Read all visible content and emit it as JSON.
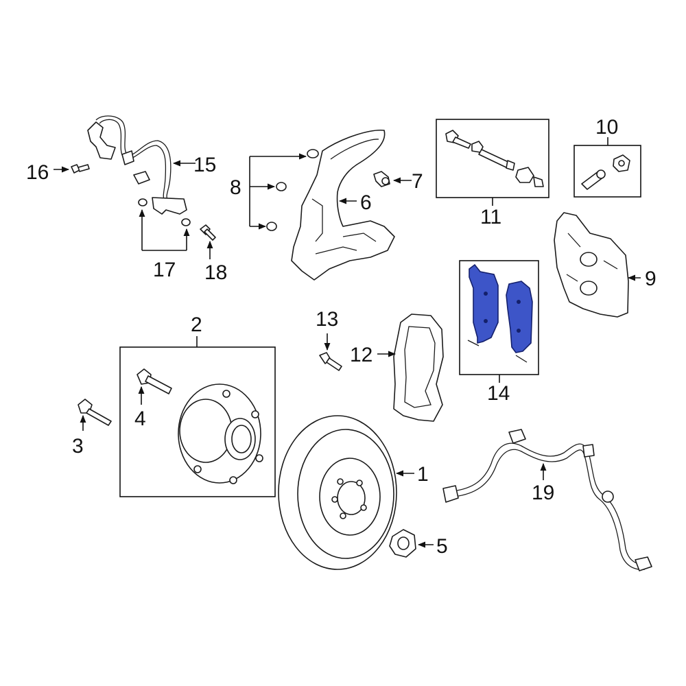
{
  "colors": {
    "highlight": "#3d55c8",
    "line": "#111111",
    "background": "#ffffff"
  },
  "labels": {
    "c1": "1",
    "c2": "2",
    "c3": "3",
    "c4": "4",
    "c5": "5",
    "c6": "6",
    "c7": "7",
    "c8": "8",
    "c9": "9",
    "c10": "10",
    "c11": "11",
    "c12": "12",
    "c13": "13",
    "c14": "14",
    "c15": "15",
    "c16": "16",
    "c17": "17",
    "c18": "18",
    "c19": "19"
  }
}
